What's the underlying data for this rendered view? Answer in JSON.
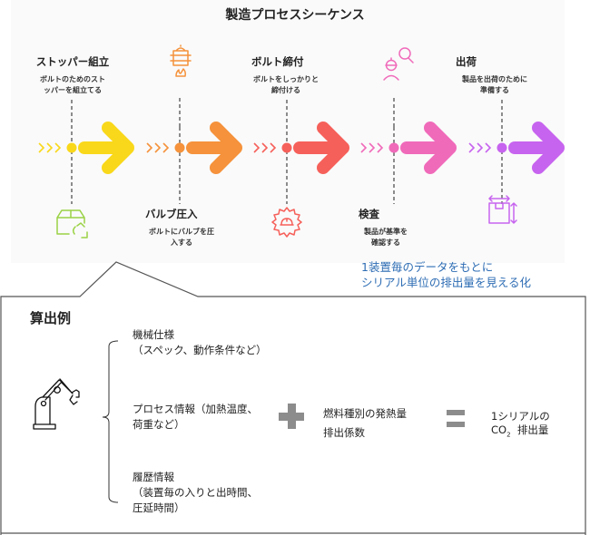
{
  "title": "製造プロセスシーケンス",
  "steps": [
    {
      "title": "ストッパー組立",
      "desc_line1": "ボルトのためのスト",
      "desc_line2": "ッパーを組立てる",
      "color": "#f9d81b",
      "icon": "box-recycle-icon"
    },
    {
      "title": "バルブ圧入",
      "desc_line1": "ボルトにバルブを圧",
      "desc_line2": "入する",
      "color": "#f5923b",
      "icon": "pot-fire-icon"
    },
    {
      "title": "ボルト締付",
      "desc_line1": "ボルトをしっかりと",
      "desc_line2": "締付ける",
      "color": "#f6605a",
      "icon": "gear-helmet-icon"
    },
    {
      "title": "検査",
      "desc_line1": "製品が基準を",
      "desc_line2": "確認する",
      "color": "#f06aba",
      "icon": "worker-search-icon"
    },
    {
      "title": "出荷",
      "desc_line1": "製品を出荷のために",
      "desc_line2": "準備する",
      "color": "#c764ef",
      "icon": "package-dimensions-icon"
    }
  ],
  "note": {
    "line1": "1装置毎のデータをもとに",
    "line2": "シリアル単位の排出量を見える化",
    "color": "#2e6db4"
  },
  "calc": {
    "title": "算出例",
    "inputs": [
      {
        "line1": "機械仕様",
        "line2": "（スペック、動作条件など）"
      },
      {
        "line1": "プロセス情報（加熱温度、",
        "line2": "荷重など）"
      },
      {
        "line1": "履歴情報",
        "line2": "（装置毎の入りと出時間、",
        "line3": "圧延時間）"
      }
    ],
    "factors": {
      "line1": "燃料種別の発熱量",
      "line2": "排出係数"
    },
    "result": {
      "line1": "1シリアルの",
      "co2": "CO",
      "sub": "2",
      "line2": "排出量"
    },
    "operator_color": "#8c8c8c"
  }
}
